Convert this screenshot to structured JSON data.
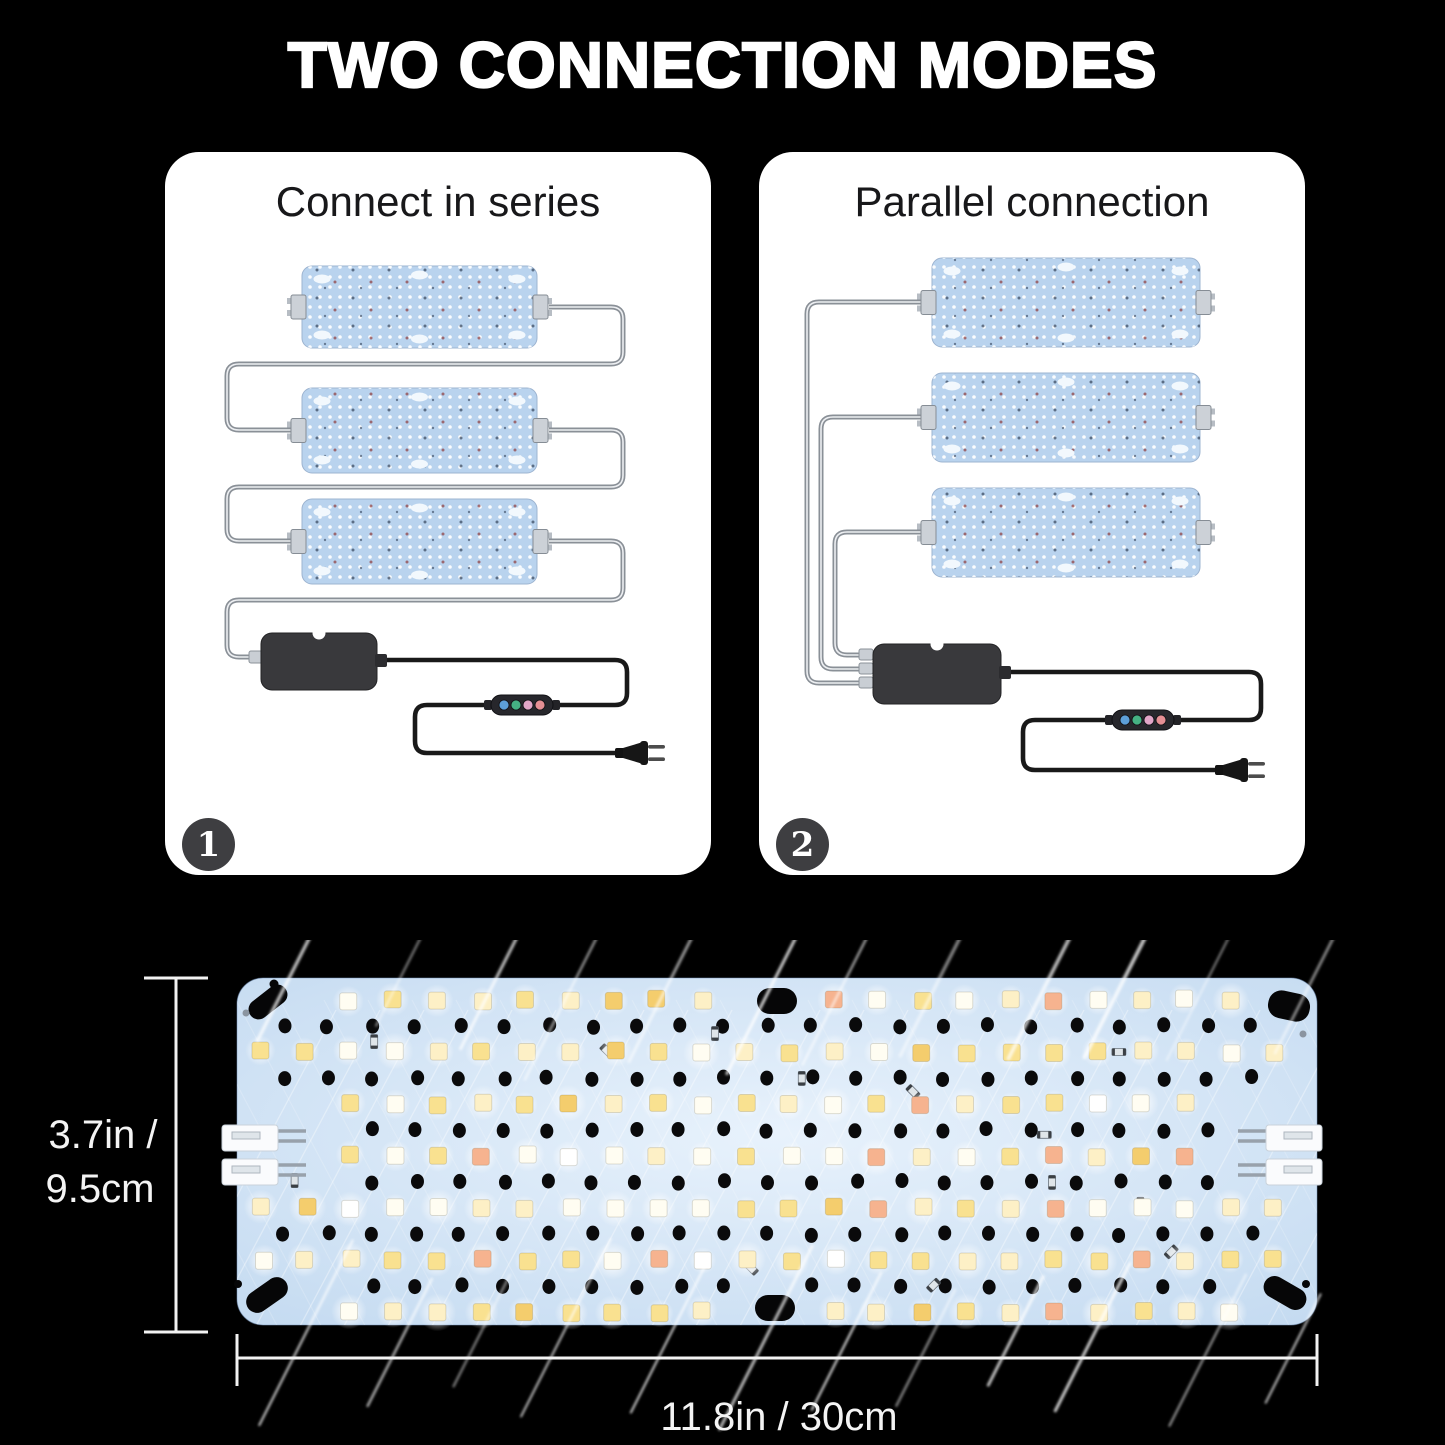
{
  "title": "TWO CONNECTION MODES",
  "cards": [
    {
      "number": "1",
      "title": "Connect in series"
    },
    {
      "number": "2",
      "title": "Parallel connection"
    }
  ],
  "dimensions": {
    "height_line1": "3.7in /",
    "height_line2": "9.5cm",
    "width": "11.8in / 30cm"
  },
  "controller": {
    "button_colors": [
      "#5d9fd8",
      "#45b183",
      "#e2a6c8",
      "#e58f94"
    ]
  },
  "palette": {
    "background": "#000000",
    "card_background": "#ffffff",
    "mini_panel_blue": "#b9d3ee",
    "big_panel_center": "#e8f2fc",
    "big_panel_edge": "#c5dbf1",
    "led_colors": [
      "#fffdf2",
      "#fdf0c6",
      "#f9e190",
      "#f4cd6d",
      "#f6b38f",
      "#ffffff"
    ],
    "led_weights": [
      0.27,
      0.25,
      0.25,
      0.11,
      0.07,
      0.05
    ],
    "hole_color": "#0a0a0b",
    "wire_gray": "#8a9097",
    "cable_black": "#191919",
    "adapter_color": "#39393c",
    "dimension_line_color": "#f2f2f2"
  }
}
